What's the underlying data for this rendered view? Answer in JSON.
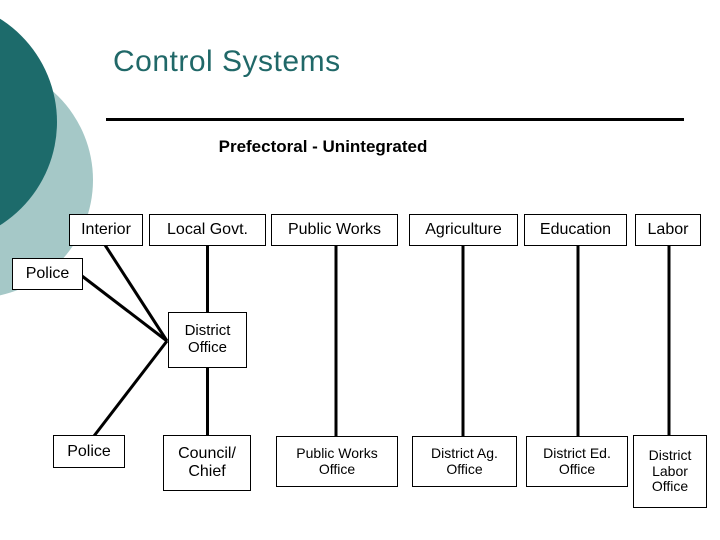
{
  "theme": {
    "colors": {
      "accent": "#206868",
      "circle-dark": "#1d6b6b",
      "circle-light": "#a5c8c7",
      "line": "#000000",
      "box-bg": "#ffffff",
      "slide-bg": "#ffffff",
      "text": "#000000"
    }
  },
  "header": {
    "title": "Control Systems",
    "subtitle": "Prefectoral - Unintegrated"
  },
  "diagram": {
    "top_row": [
      "Interior",
      "Local Govt.",
      "Public Works",
      "Agriculture",
      "Education",
      "Labor"
    ],
    "mid": {
      "police_upper": "Police",
      "district_office": "District Office"
    },
    "bottom_row": [
      "Police",
      "Council/ Chief",
      "Public Works Office",
      "District Ag. Office",
      "District Ed. Office",
      "District Labor Office"
    ]
  }
}
